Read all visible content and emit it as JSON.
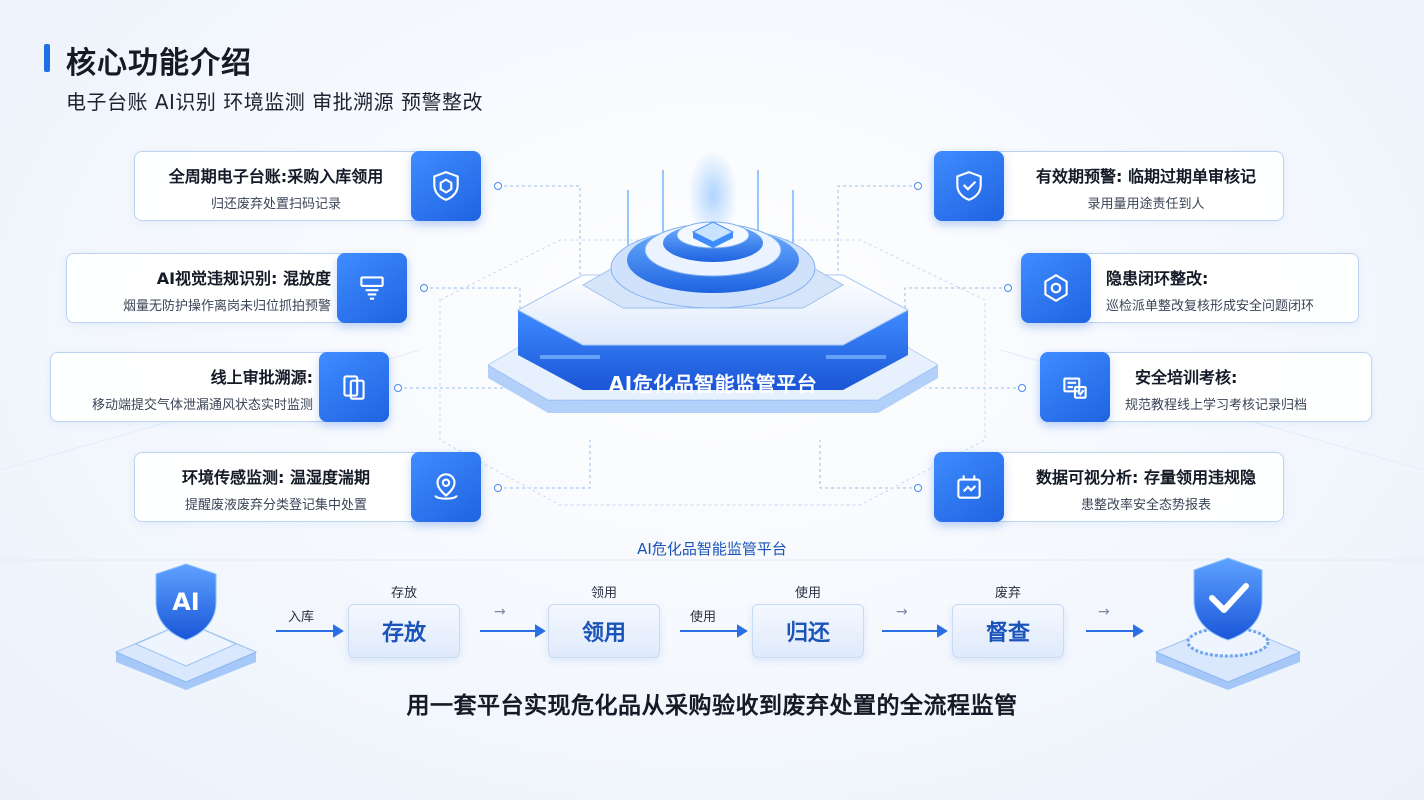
{
  "header": {
    "title": "核心功能介绍",
    "subtitle": "电子台账 AI识别 环境监测 审批溯源 预警整改"
  },
  "platform": {
    "name": "AI危化品智能监管平台",
    "caption": "AI危化品智能监管平台",
    "badge_text": "AI"
  },
  "left_cards": [
    {
      "title": "全周期电子台账:采购入库领用",
      "desc": "归还废弃处置扫码记录",
      "icon": "shield-icon"
    },
    {
      "title": "AI视觉违规识别: 混放度",
      "desc": "烟量无防护操作离岗未归位抓拍预警",
      "icon": "scanner-icon"
    },
    {
      "title": "线上审批溯源:",
      "desc": "移动端提交气体泄漏通风状态实时监测",
      "icon": "documents-icon"
    },
    {
      "title": "环境传感监测: 温湿度湍期",
      "desc": "提醒废液废弃分类登记集中处置",
      "icon": "location-pin-icon"
    }
  ],
  "right_cards": [
    {
      "title": "有效期预警: 临期过期单审核记",
      "desc": "录用量用途责任到人",
      "icon": "shield-check-icon"
    },
    {
      "title": "隐患闭环整改:",
      "desc": "巡检派单整改复核形成安全问题闭环",
      "icon": "hexagon-target-icon"
    },
    {
      "title": "安全培训考核:",
      "desc": "规范教程线上学习考核记录归档",
      "icon": "training-icon"
    },
    {
      "title": "数据可视分析: 存量领用违规隐",
      "desc": "患整改率安全态势报表",
      "icon": "analytics-icon"
    }
  ],
  "flow": {
    "steps": [
      {
        "top_label": "存放",
        "label": "存放"
      },
      {
        "top_label": "领用",
        "label": "领用"
      },
      {
        "top_label": "使用",
        "label": "归还"
      },
      {
        "top_label": "废弃",
        "label": "督查"
      }
    ],
    "arrow_labels": [
      "入库",
      "使用"
    ],
    "ghost_arrow": "→"
  },
  "footer": "用一套平台实现危化品从采购验收到废弃处置的全流程监管",
  "colors": {
    "accent": "#1f6fe5",
    "icon_bg": "#2a74f0",
    "dark_text": "#141a26",
    "card_border": "#bcd3f2"
  }
}
